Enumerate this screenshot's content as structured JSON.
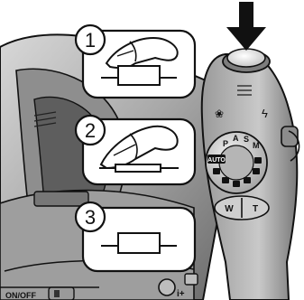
{
  "steps": [
    {
      "number": "1"
    },
    {
      "number": "2"
    },
    {
      "number": "3"
    }
  ],
  "camera": {
    "labels": {
      "power": "ON/OFF",
      "dial_auto": "AUTO",
      "zoom_wide": "W",
      "zoom_tele": "T",
      "info_button": "i+",
      "dial_a": "A",
      "dial_s": "S",
      "dial_m": "M",
      "dial_p": "P"
    }
  },
  "icons": [
    "arrow-down-icon",
    "finger-icon",
    "shutter-button-icon",
    "macro-flower-icon",
    "flash-bolt-icon"
  ],
  "colors": {
    "ink": "#111111",
    "body_gray": "#a9a9a9",
    "body_dark": "#6c6c6c",
    "panel_bg": "#ffffff"
  }
}
